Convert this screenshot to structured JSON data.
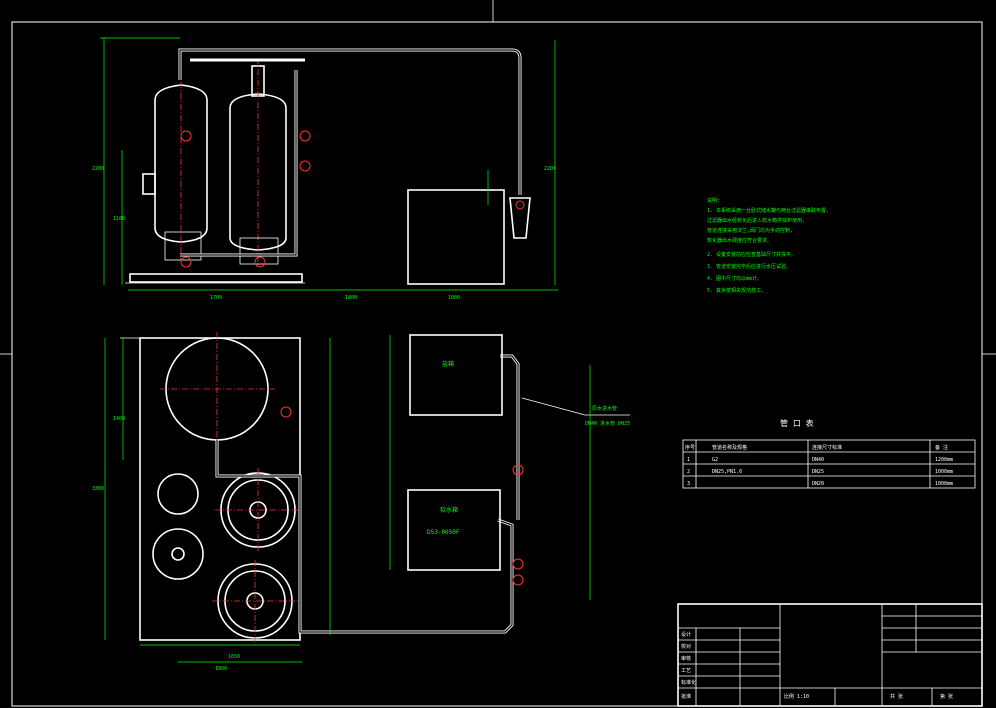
{
  "notes": {
    "lines": [
      "说明:",
      "1. 本系统采用一台卧式储水罐与两台过滤器串联布置,",
      "   过滤器出水经软化后进入软水箱供锅炉使用,",
      "   管道连接采用法兰,阀门均为手动控制,",
      "   软化器出水硬度应符合要求。",
      "2. 设备安装前应检查基础尺寸并找平。",
      "3. 管道安装完毕后应进行水压试验。",
      "4. 图中尺寸均以mm计。",
      "5. 其余按相关规范施工。"
    ]
  },
  "pipe_table": {
    "title": "管 口 表",
    "headers": [
      "序号",
      "管道名称及规格",
      "连接尺寸标准",
      "备 注"
    ],
    "rows": [
      [
        "1",
        "G2",
        "DN40",
        "1200mm"
      ],
      [
        "2",
        "DN25,PN1.6",
        "DN25",
        "1000mm"
      ],
      [
        "3",
        "",
        "DN20",
        "1000mm"
      ]
    ]
  },
  "labels": {
    "softener_tank": "软水箱",
    "salt_tank": "盐箱",
    "tank_model": "DS3-0050F",
    "inlet_note": "原水进水管",
    "inlet_size": "DN40 进水管 DN25"
  },
  "dims_front": {
    "height_total": "2200",
    "height_part": "1100",
    "width_left": "1700",
    "width_mid": "1800",
    "width_right": "1000",
    "right_height": "2200"
  },
  "dims_plan": {
    "overall_height": "3300",
    "left_top": "1400",
    "bottom_width": "1650",
    "base_width": "1800"
  },
  "title_block": {
    "rows": [
      "设计",
      "校对",
      "审核",
      "工艺",
      "标准化",
      "批准"
    ],
    "scale_label": "比例 1:10",
    "sheet": "共 张",
    "sheet2": "第 张"
  },
  "colors": {
    "background": "#000000",
    "geometry": "#ffffff",
    "dimension": "#00ff00",
    "centerline": "#ff3030"
  }
}
